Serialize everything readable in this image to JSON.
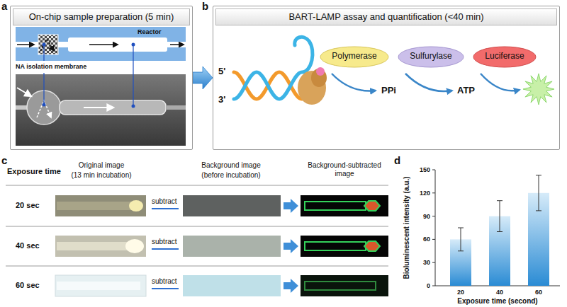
{
  "diagram": {
    "nodes": [
      {
        "text": [
          "On-chip sample preparation (5 min)"
        ]
      },
      {
        "text": [
          "BART-LAMP assay and quantification (<40 min)"
        ]
      },
      {
        "text": [
          "Polymerase"
        ],
        "in": 1
      },
      {
        "text": [
          "Sulfurylase"
        ],
        "in": 1
      },
      {
        "text": [
          "Luciferase"
        ],
        "in": 1
      }
    ],
    "edges": [
      {
        "from": 0,
        "to": 1,
        "arrow": "to"
      }
    ],
    "labels": [
      "a",
      "NA isolation membrane",
      "Reactor",
      "b",
      "5'",
      "3'",
      "PPi",
      "ATP",
      "c",
      "Exposure time",
      "Original image",
      "(13 min incubation)",
      "Background image",
      "(before incubation)",
      "Background-subtracted image",
      "20 sec",
      "subtract",
      "40 sec",
      "subtract",
      "60 sec",
      "subtract",
      "d",
      "150",
      "120",
      "90",
      "60",
      "30",
      "0",
      "20",
      "40",
      "60",
      "Bioluminescent intensity (a.u.)",
      "Exposure time (second)"
    ]
  }
}
